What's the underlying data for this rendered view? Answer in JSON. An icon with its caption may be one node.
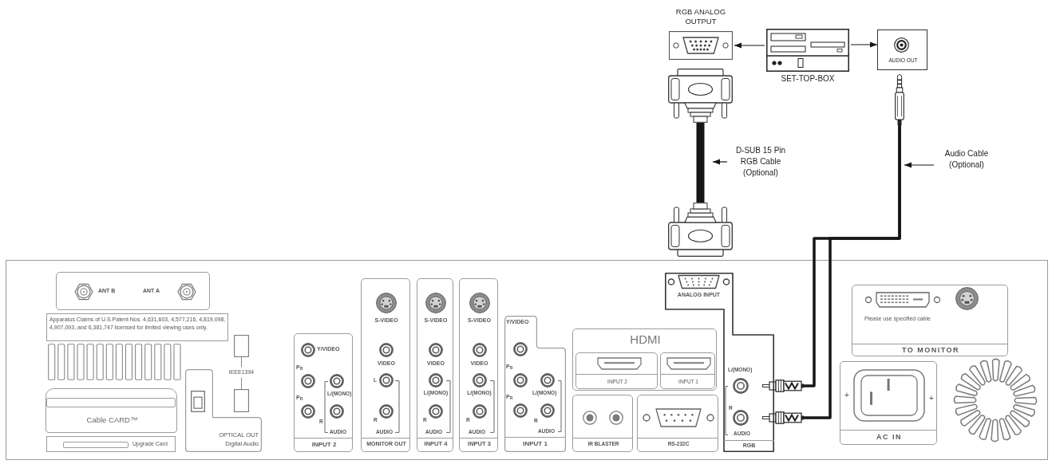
{
  "diagram": {
    "nodes": [
      {
        "text": [
          "RGB ANALOG OUTPUT"
        ]
      },
      {
        "text": [
          "SET-TOP-BOX"
        ]
      },
      {
        "text": [
          "AUDIO OUT"
        ]
      },
      {
        "text": [],
        "shape": "picture"
      },
      {
        "text": [],
        "shape": "picture"
      },
      {
        "text": [
          "D-SUB 15 Pin RGB Cable (Optional)"
        ]
      },
      {
        "text": [],
        "shape": "picture"
      },
      {
        "text": [
          "Audio Cable (Optional)"
        ]
      },
      {
        "text": [],
        "shape": "picture"
      },
      {
        "text": [],
        "shape": "picture"
      },
      {
        "text": [
          "ANT B",
          "ANT A"
        ]
      },
      {
        "text": [
          "Apparatus Claims of U.S.Patent Nos. 4,631,603, 4,577,216, 4,819,098, 4,907,093, and 6,381,747 licensed for limited viewing uses only."
        ]
      },
      {
        "text": [
          "Cable CARD™"
        ]
      },
      {
        "text": [
          "Upgrade Card"
        ]
      },
      {
        "text": [
          "OPTICAL OUT",
          "Digital Audio"
        ]
      },
      {
        "text": [
          "Y/VIDEO",
          "P$_{B}$",
          "L/(MONO)",
          "P$_{R}$",
          "R",
          "AUDIO",
          "INPUT 2"
        ]
      },
      {
        "text": [
          "S-VIDEO",
          "VIDEO",
          "L",
          "R",
          "AUDIO",
          "MONITOR OUT"
        ]
      },
      {
        "text": [
          "S-VIDEO",
          "VIDEO",
          "L/(MONO)",
          "R",
          "AUDIO",
          "INPUT 4"
        ]
      },
      {
        "text": [
          "S-VIDEO",
          "VIDEO",
          "L/(MONO)",
          "R",
          "AUDIO",
          "INPUT 3"
        ]
      },
      {
        "text": [
          "Y/VIDEO",
          "P$_{B}$",
          "L/(MONO)",
          "P$_{R}$",
          "R",
          "AUDIO",
          "INPUT 1"
        ]
      },
      {
        "text": [
          "HDMI"
        ]
      },
      {
        "text": [
          "INPUT 2"
        ],
        "in": 20
      },
      {
        "text": [
          "INPUT 1"
        ],
        "in": 20
      },
      {
        "text": [
          "IR BLASTER"
        ]
      },
      {
        "text": [
          "RS-232C"
        ]
      },
      {
        "text": [
          "ANALOG INPUT",
          "L/(MONO)",
          "R",
          "AUDIO",
          "RGB"
        ]
      },
      {
        "text": [
          "+",
          "+",
          "AC IN"
        ]
      },
      {
        "text": [
          "Please use specified cable",
          "TO MONITOR"
        ]
      }
    ],
    "edges": [
      {
        "from": 1,
        "to": 0,
        "arrow": "to"
      },
      {
        "from": 1,
        "to": 2,
        "arrow": "to"
      },
      {
        "from": 3,
        "to": 4,
        "arrow": "none",
        "style": "thick"
      },
      {
        "from": 5,
        "to": null,
        "arrow": "to"
      },
      {
        "from": 6,
        "to": 8,
        "arrow": "none",
        "style": "thick"
      },
      {
        "from": 6,
        "to": 9,
        "arrow": "none",
        "style": "thick"
      },
      {
        "from": 7,
        "to": null,
        "arrow": "to"
      }
    ],
    "labels": [
      "IEEE1394"
    ]
  }
}
